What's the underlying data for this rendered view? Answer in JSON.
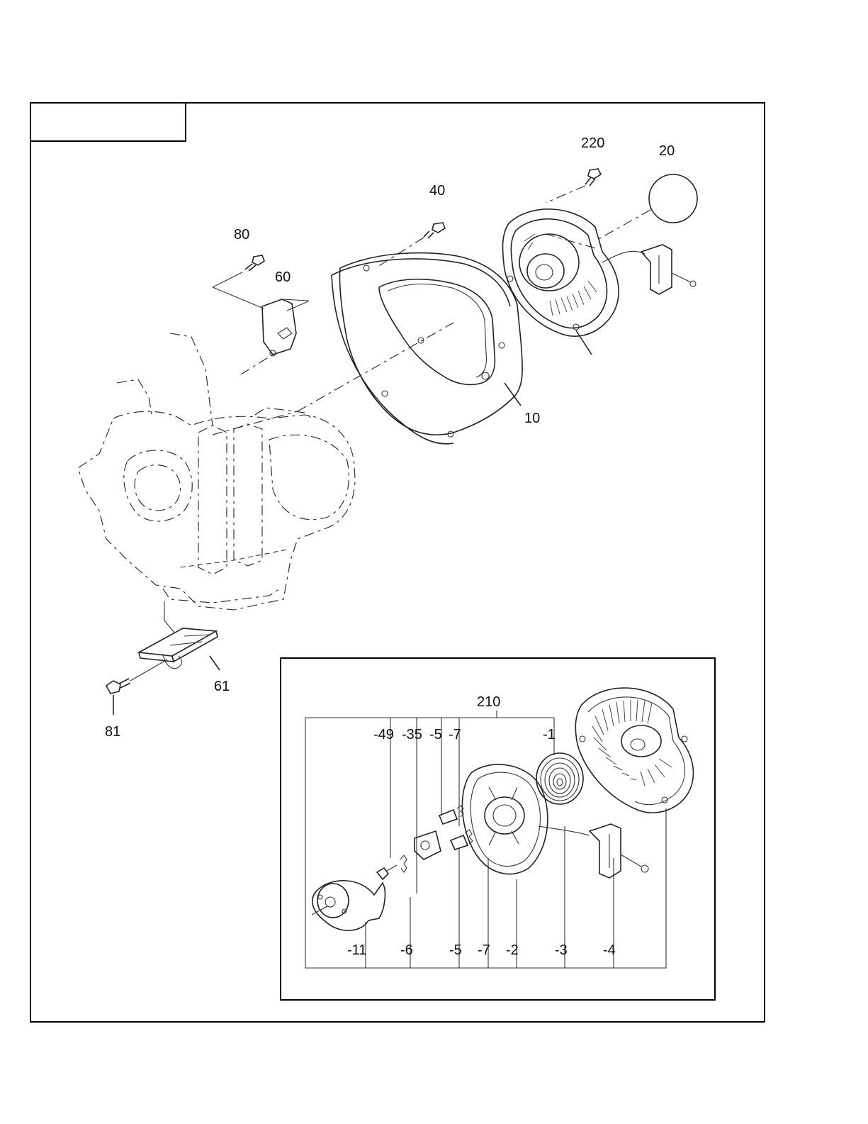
{
  "diagram": {
    "callouts": {
      "c220": "220",
      "c20": "20",
      "c40": "40",
      "c80": "80",
      "c60": "60",
      "c10": "10",
      "c61": "61",
      "c81": "81"
    },
    "inset": {
      "assembly": "210",
      "top_labels": [
        "-49",
        "-35",
        "-5",
        "-7",
        "-1"
      ],
      "bottom_labels": [
        "-11",
        "-6",
        "-5",
        "-7",
        "-2",
        "-3",
        "-4"
      ]
    }
  }
}
